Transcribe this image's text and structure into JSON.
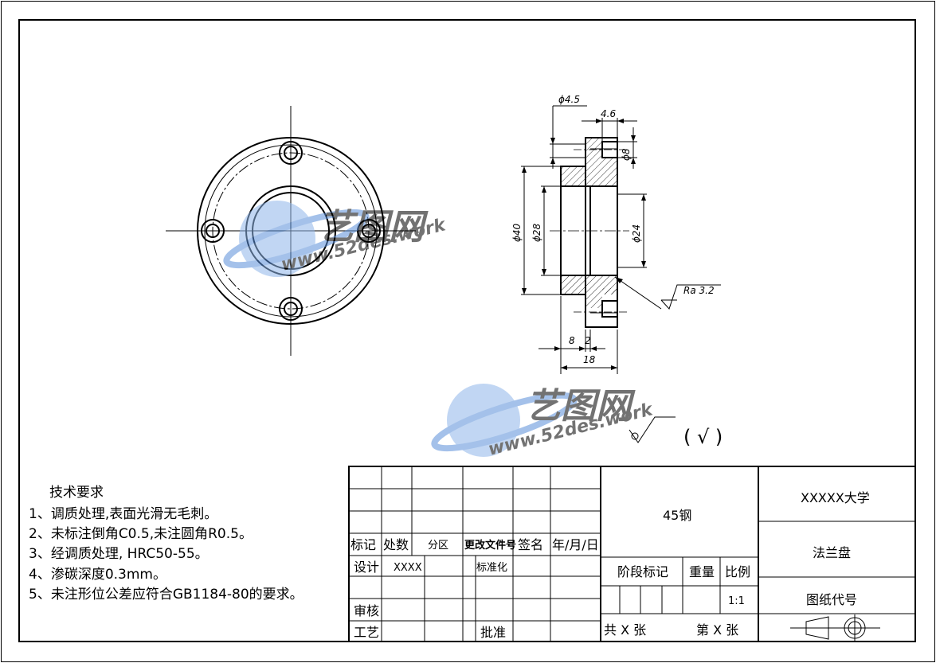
{
  "notes": {
    "title": "技术要求",
    "items": [
      "1、调质处理,表面光滑无毛刺。",
      "2、未标注倒角C0.5,未注圆角R0.5。",
      "3、经调质处理, HRC50-55。",
      "4、渗碳深度0.3mm。",
      "5、未注形位公差应符合GB1184-80的要求。"
    ]
  },
  "dimensions": {
    "d45": "ϕ4.5",
    "w46": "4.6",
    "d8": "ϕ8",
    "d40": "ϕ40",
    "d28": "ϕ28",
    "d24": "ϕ24",
    "l8": "8",
    "l2": "2",
    "l18": "18",
    "ra": "Ra 3.2"
  },
  "roughness_note": "( √ )",
  "watermark": {
    "brand": "艺图网",
    "url": "www.52des.work"
  },
  "title_block": {
    "material": "45钢",
    "school": "XXXXX大学",
    "part_name": "法兰盘",
    "drawing_code_label": "图纸代号",
    "rev_mark": "标记",
    "rev_count": "处数",
    "zone": "分区",
    "change_doc": "更改文件号",
    "signature": "签名",
    "date": "年/月/日",
    "design": "设计",
    "designer": "XXXX",
    "standardize": "标准化",
    "review": "审核",
    "process": "工艺",
    "approve": "批准",
    "stage_mark": "阶段标记",
    "weight": "重量",
    "scale_label": "比例",
    "scale_value": "1:1",
    "total_sheets": "共 X 张",
    "sheet_no": "第 X 张"
  }
}
